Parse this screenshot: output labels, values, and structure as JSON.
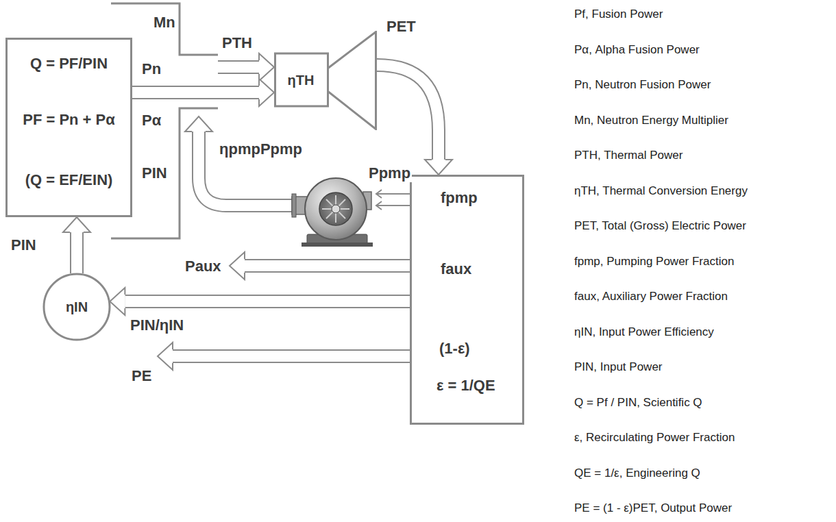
{
  "diagram": {
    "nodes": [
      {
        "text": [
          "Q = PF/PIN",
          "PF = Pn + Pα",
          "(Q = EF/EIN)"
        ]
      },
      {
        "text": [
          "ηTH"
        ]
      },
      {
        "text": [
          "fpmp",
          "faux",
          "(1-ε)",
          "ε = 1/QE"
        ]
      },
      {
        "text": [
          "ηIN"
        ]
      }
    ],
    "edges": [
      {
        "from": 0,
        "to": 1,
        "label": "PTH",
        "arrow": "to"
      },
      {
        "from": 1,
        "to": 2,
        "label": "PET",
        "arrow": "to"
      },
      {
        "from": 2,
        "to": 3,
        "label": "PIN/ηIN",
        "arrow": "to"
      },
      {
        "from": 3,
        "to": 0,
        "label": "PIN",
        "arrow": "to"
      }
    ],
    "labels": [
      "Mn",
      "Pn",
      "Pα",
      "PIN",
      "ηpmpPpmp",
      "Ppmp",
      "Paux",
      "PE",
      "Pf, Fusion Power",
      "Pα, Alpha Fusion Power",
      "Pn, Neutron Fusion Power",
      "Mn, Neutron Energy Multiplier",
      "PTH, Thermal Power",
      "ηTH, Thermal Conversion Energy",
      "PET, Total (Gross) Electric Power",
      "fpmp, Pumping Power Fraction",
      "faux, Auxiliary Power Fraction",
      "ηIN, Input Power Efficiency",
      "PIN, Input Power",
      "Q = Pf / PIN, Scientific Q",
      "ε, Recirculating Power Fraction",
      "QE = 1/ε, Engineering Q",
      "PE = (1 - ε)PET, Output Power"
    ]
  }
}
